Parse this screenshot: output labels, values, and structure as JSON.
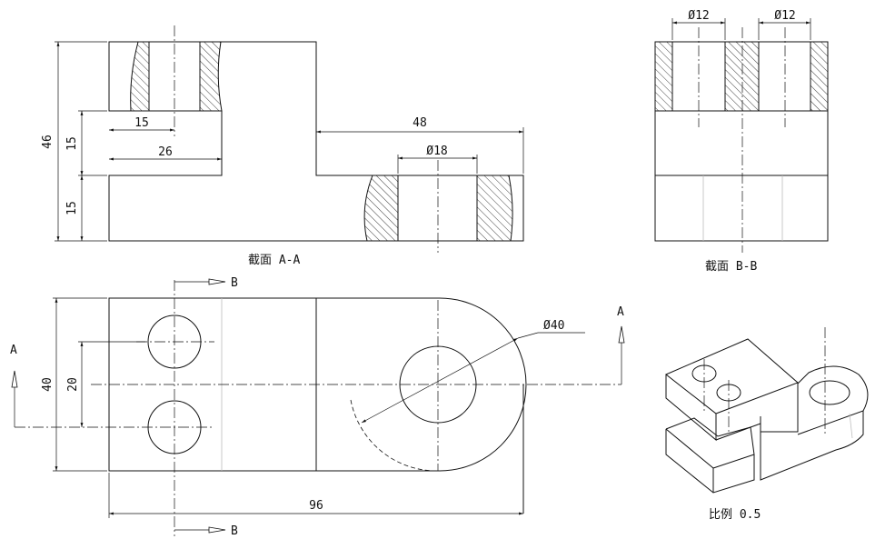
{
  "section_aa": {
    "title": "截面  A-A",
    "dims": {
      "height": "46",
      "step_upper": "15",
      "step_lower": "15",
      "slot_depth_a": "15",
      "slot_depth_b": "26",
      "width_right": "48",
      "hole": "Ø18"
    }
  },
  "section_bb": {
    "title": "截面  B-B",
    "dims": {
      "hole_left": "Ø12",
      "hole_right": "Ø12"
    }
  },
  "top_view": {
    "dims": {
      "width": "40",
      "hole_spacing": "20",
      "radius": "Ø40",
      "length": "96"
    },
    "cut_marks": {
      "b_top": "B",
      "b_bottom": "B",
      "a_left": "A",
      "a_right": "A"
    }
  },
  "iso_view": {
    "scale_label": "比例 0.5"
  }
}
